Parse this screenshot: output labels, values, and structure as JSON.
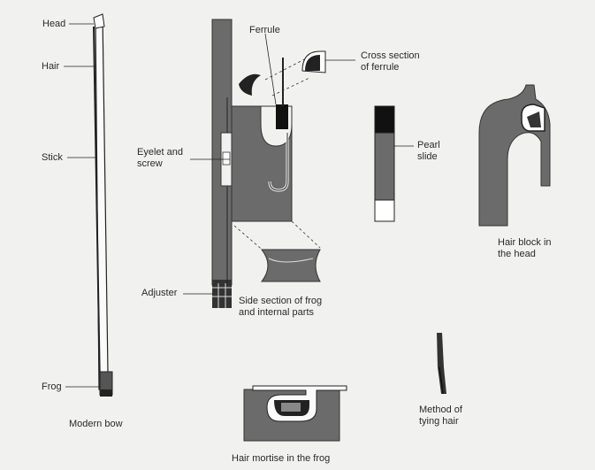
{
  "labels": {
    "head": "Head",
    "hair": "Hair",
    "stick": "Stick",
    "frog": "Frog",
    "modern_bow": "Modern bow",
    "ferrule": "Ferrule",
    "cross_section_ferrule": "Cross section of ferrule",
    "eyelet_screw": "Eyelet and screw",
    "pearl_slide": "Pearl slide",
    "hair_block_head": "Hair block in the head",
    "adjuster": "Adjuster",
    "side_section_frog": "Side section of frog and internal parts",
    "method_tying_hair": "Method of tying hair",
    "hair_mortise_frog": "Hair mortise in the frog"
  },
  "colors": {
    "background": "#f1f1ef",
    "ink": "#222222",
    "shade": "#6b6b6b",
    "dark": "#333333",
    "black": "#111111"
  }
}
